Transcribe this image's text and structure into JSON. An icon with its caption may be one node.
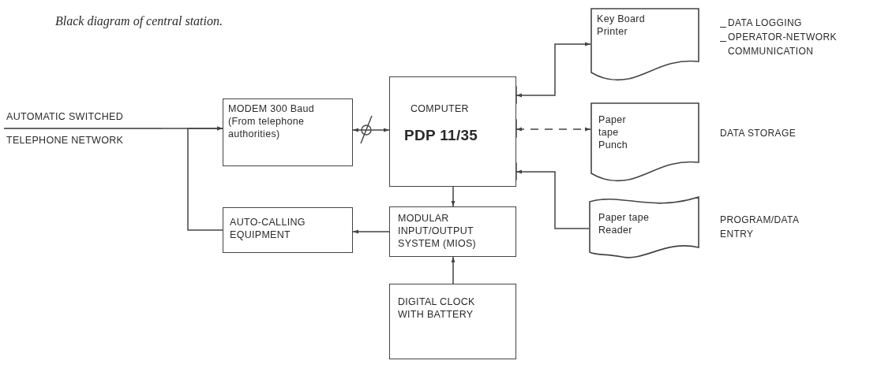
{
  "diagram": {
    "title": "Black diagram of central station.",
    "nodes": [
      {
        "text": [
          "AUTOMATIC SWITCHED",
          "TELEPHONE NETWORK"
        ]
      },
      {
        "text": [
          "MODEM 300 Baud (From telephone authorities)"
        ]
      },
      {
        "text": [
          "COMPUTER",
          "PDP 11/35"
        ]
      },
      {
        "text": [
          "Key Board Printer"
        ],
        "beside": [
          "DATA LOGGING",
          "OPERATOR-NETWORK COMMUNICATION"
        ]
      },
      {
        "text": [
          "Paper tape Punch"
        ],
        "beside": [
          "DATA STORAGE"
        ]
      },
      {
        "text": [
          "AUTO-CALLING EQUIPMENT"
        ]
      },
      {
        "text": [
          "MODULAR INPUT/OUTPUT SYSTEM (MIOS)"
        ]
      },
      {
        "text": [
          "Paper tape Reader"
        ],
        "beside": [
          "PROGRAM/DATA ENTRY"
        ]
      },
      {
        "text": [
          "DIGITAL CLOCK WITH BATTERY"
        ]
      }
    ],
    "edges": [
      {
        "from": 0,
        "to": 1,
        "arrow": "to"
      },
      {
        "from": 5,
        "to": 1,
        "arrow": "to"
      },
      {
        "from": 1,
        "to": 2,
        "arrow": "both"
      },
      {
        "from": 2,
        "to": 3,
        "arrow": "both"
      },
      {
        "from": 2,
        "to": 4,
        "arrow": "both",
        "style": "dashed"
      },
      {
        "from": 7,
        "to": 2,
        "arrow": "to"
      },
      {
        "from": 2,
        "to": 6,
        "arrow": "to"
      },
      {
        "from": 6,
        "to": 5,
        "arrow": "to"
      },
      {
        "from": 8,
        "to": 6,
        "arrow": "to"
      }
    ]
  }
}
